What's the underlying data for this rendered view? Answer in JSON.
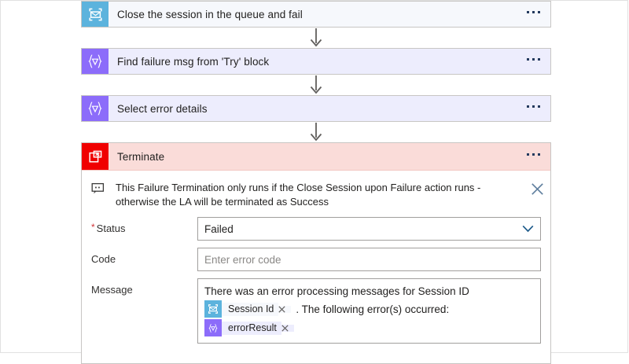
{
  "designer": {
    "steps": [
      {
        "id": "close-session",
        "title": "Close the session in the queue and fail",
        "icon": "service-bus-icon",
        "kind": "servicebus",
        "menu": "more-options"
      },
      {
        "id": "find-failure-msg",
        "title": "Find failure msg from 'Try' block",
        "icon": "query-expression-icon",
        "kind": "query",
        "menu": "more-options"
      },
      {
        "id": "select-error-details",
        "title": "Select error details",
        "icon": "query-expression-icon",
        "kind": "query",
        "menu": "more-options"
      }
    ]
  },
  "terminate": {
    "title": "Terminate",
    "icon": "terminate-icon",
    "menu": "more-options",
    "note": {
      "icon": "comment-icon",
      "text": "This Failure Termination only runs if the Close Session upon Failure action runs - otherwise the LA will be terminated as Success",
      "close_icon": "close-icon"
    },
    "fields": {
      "status": {
        "label": "Status",
        "required": true,
        "required_marker": "*",
        "value": "Failed",
        "chevron_icon": "chevron-down-icon"
      },
      "code": {
        "label": "Code",
        "required": false,
        "value": "",
        "placeholder": "Enter error code"
      },
      "message": {
        "label": "Message",
        "required": false,
        "line1": "There was an error processing messages for Session ID",
        "tokens": [
          {
            "label": "Session Id",
            "kind": "session",
            "icon": "service-bus-icon",
            "remove_icon": "remove-token-icon"
          },
          {
            "label": "errorResult",
            "kind": "expr",
            "icon": "query-expression-icon",
            "remove_icon": "remove-token-icon"
          }
        ],
        "tail_text": ". The following error(s) occurred:"
      }
    }
  },
  "colors": {
    "servicebus_accent": "#5cb3dd",
    "servicebus_body": "#f6f8fc",
    "query_accent": "#8c6cfa",
    "query_body": "#ededfd",
    "terminate_accent": "#f00000",
    "terminate_body": "#fadcd9",
    "required_star": "#d13438",
    "menu_dots": "#243a5e",
    "border": "#c8c6c4"
  }
}
